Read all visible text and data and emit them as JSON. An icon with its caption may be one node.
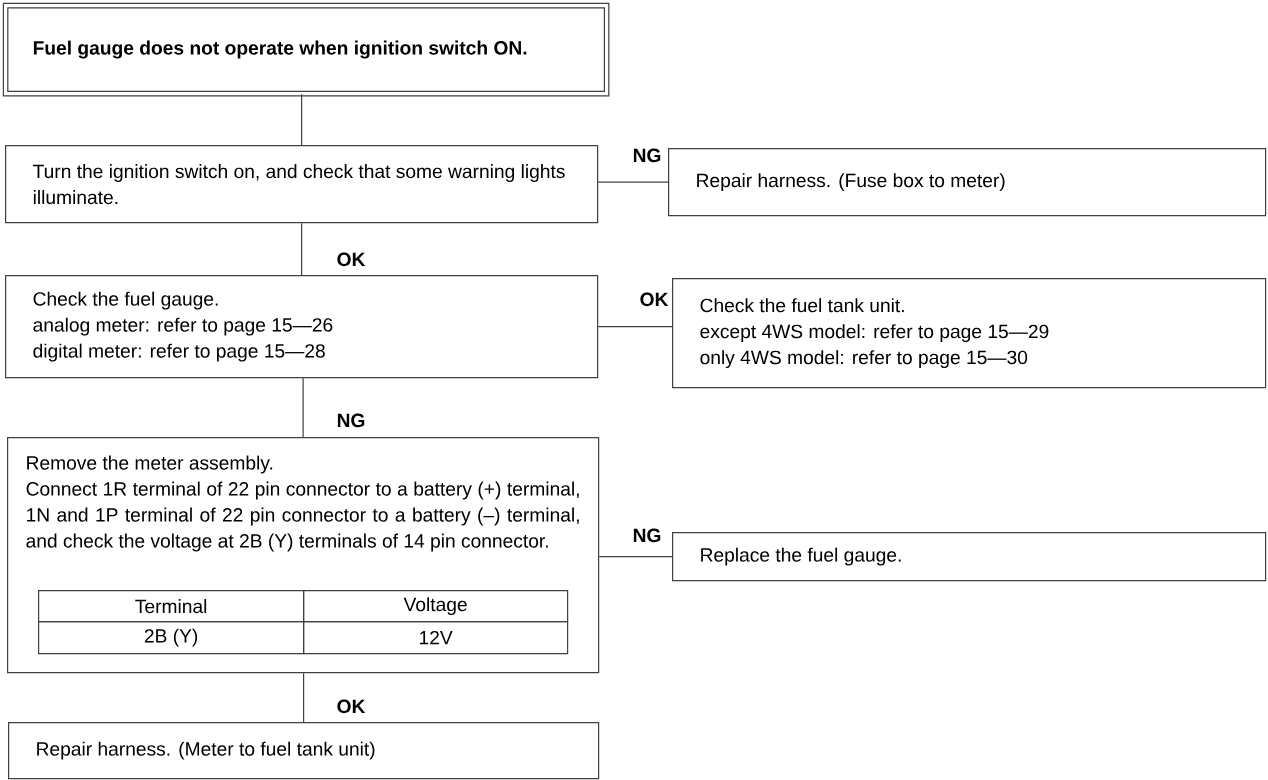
{
  "diagram": {
    "nodes": [
      {
        "text": [
          "Fuel gauge does not operate when ignition switch ON."
        ]
      },
      {
        "text": [
          "Turn the ignition switch on, and check that some warning lights illuminate."
        ]
      },
      {
        "text": [
          "Repair harness. (Fuse box to meter)"
        ]
      },
      {
        "text": [
          "Check the fuel gauge.",
          "analog meter: refer to page 15—26",
          "digital meter: refer to page 15—28"
        ]
      },
      {
        "text": [
          "Check the fuel tank unit.",
          "except 4WS model: refer to page 15—29",
          "only 4WS model: refer to page 15—30"
        ]
      },
      {
        "text": [
          "Remove the meter assembly.",
          "Connect 1R terminal of 22 pin connector to a battery (+) terminal, 1N and 1P terminal of 22 pin connector to a battery (–) terminal, and check the voltage at 2B (Y) terminals of 14 pin connector."
        ]
      },
      {
        "text": [
          "Replace the fuel gauge."
        ]
      },
      {
        "text": [
          "Repair harness. (Meter to fuel tank unit)"
        ]
      }
    ],
    "edges": [
      {
        "from": 0,
        "to": 1,
        "arrow": "none"
      },
      {
        "from": 1,
        "to": 2,
        "arrow": "none",
        "label": "NG"
      },
      {
        "from": 1,
        "to": 3,
        "arrow": "none",
        "label": "OK"
      },
      {
        "from": 3,
        "to": 4,
        "arrow": "none",
        "label": "OK"
      },
      {
        "from": 3,
        "to": 5,
        "arrow": "none",
        "label": "NG"
      },
      {
        "from": 5,
        "to": 6,
        "arrow": "none",
        "label": "NG"
      },
      {
        "from": 5,
        "to": 7,
        "arrow": "none",
        "label": "OK"
      }
    ],
    "labels": [
      "Terminal",
      "Voltage",
      "2B (Y)",
      "12V"
    ]
  }
}
